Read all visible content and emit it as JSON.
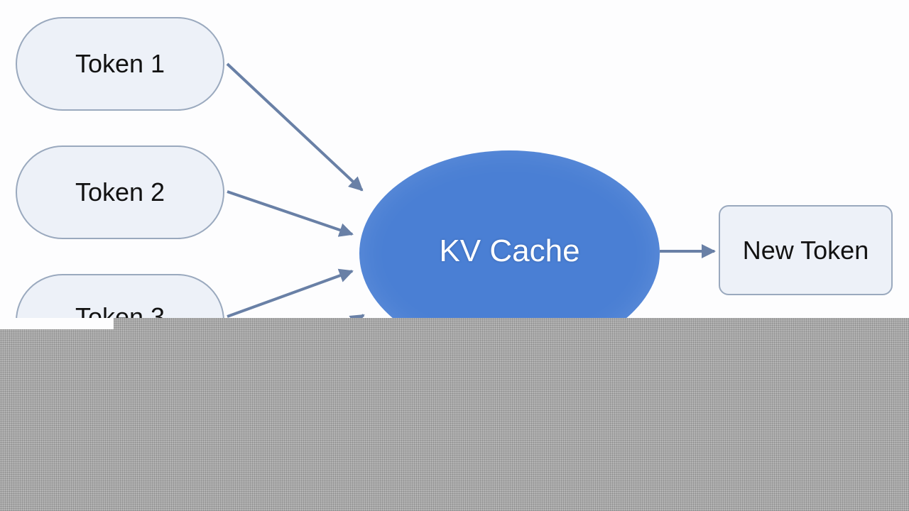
{
  "diagram": {
    "inputs": [
      {
        "label": "Token 1"
      },
      {
        "label": "Token 2"
      },
      {
        "label": "Token 3"
      }
    ],
    "cache": {
      "label": "KV Cache"
    },
    "output": {
      "label": "New Token"
    }
  },
  "colors": {
    "cache_fill": "#4a7fd4",
    "node_fill": "#edf1f8",
    "node_border": "#9aa9be",
    "edge": "#6980a6",
    "redaction": "#b4b4b4"
  }
}
